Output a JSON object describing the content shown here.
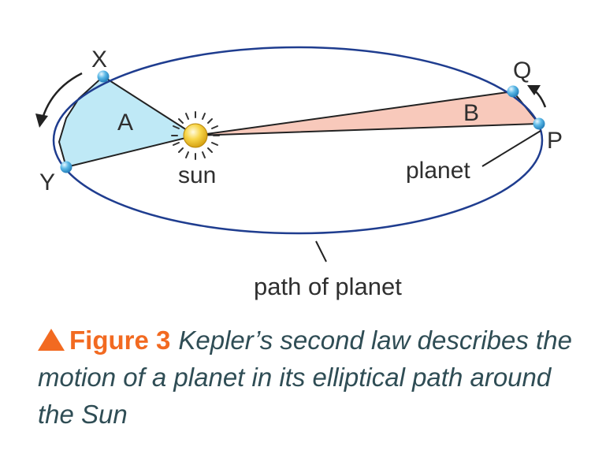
{
  "diagram": {
    "point_labels": {
      "X": "X",
      "Y": "Y",
      "Q": "Q",
      "P": "P"
    },
    "area_labels": {
      "A": "A",
      "B": "B"
    },
    "sun_label": "sun",
    "planet_label": "planet",
    "orbit_label": "path of planet",
    "colors": {
      "orbit": "#1f3d8f",
      "area_a": "#bfe9f6",
      "area_b": "#f8c9bb",
      "planet": "#4aa9dc",
      "sun": "#f3c21a",
      "arrow": "#222222"
    }
  },
  "caption": {
    "figure_label": "Figure 3",
    "text": "Kepler’s second law describes the motion of a planet in its elliptical path around the Sun",
    "colors": {
      "label": "#f26a21",
      "text": "#2f4d55"
    }
  }
}
